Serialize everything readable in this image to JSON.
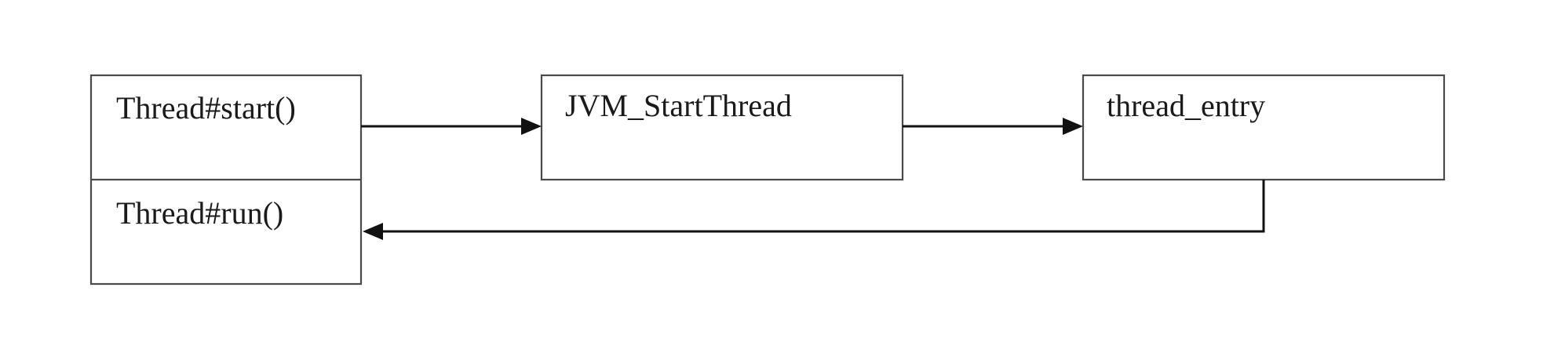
{
  "diagram": {
    "nodes": {
      "thread_class": {
        "start_label": "Thread#start()",
        "run_label": "Thread#run()"
      },
      "jvm_start_thread": {
        "label": "JVM_StartThread"
      },
      "thread_entry": {
        "label": "thread_entry"
      }
    },
    "edges": [
      {
        "from": "Thread#start()",
        "to": "JVM_StartThread"
      },
      {
        "from": "JVM_StartThread",
        "to": "thread_entry"
      },
      {
        "from": "thread_entry",
        "to": "Thread#run()"
      }
    ]
  }
}
